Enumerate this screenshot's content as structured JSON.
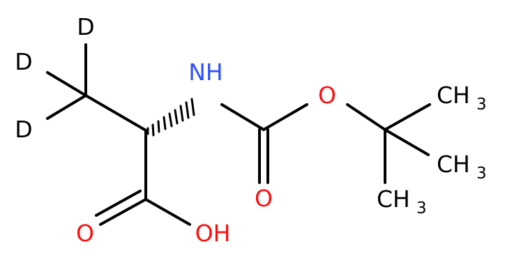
{
  "molecule": {
    "colors": {
      "carbon": "#000000",
      "nitrogen": "#3050F8",
      "oxygen": "#FF0D0D",
      "background": "#FFFFFF"
    },
    "atoms": {
      "d1": "D",
      "d2": "D",
      "d3": "D",
      "nh": "NH",
      "o_ester": "O",
      "o_carbonyl": "O",
      "o_acid": "O",
      "oh": "OH",
      "ch3_1": {
        "c": "CH",
        "n": "3"
      },
      "ch3_2": {
        "c": "CH",
        "n": "3"
      },
      "ch3_3": {
        "c": "CH",
        "n": "3"
      }
    }
  }
}
